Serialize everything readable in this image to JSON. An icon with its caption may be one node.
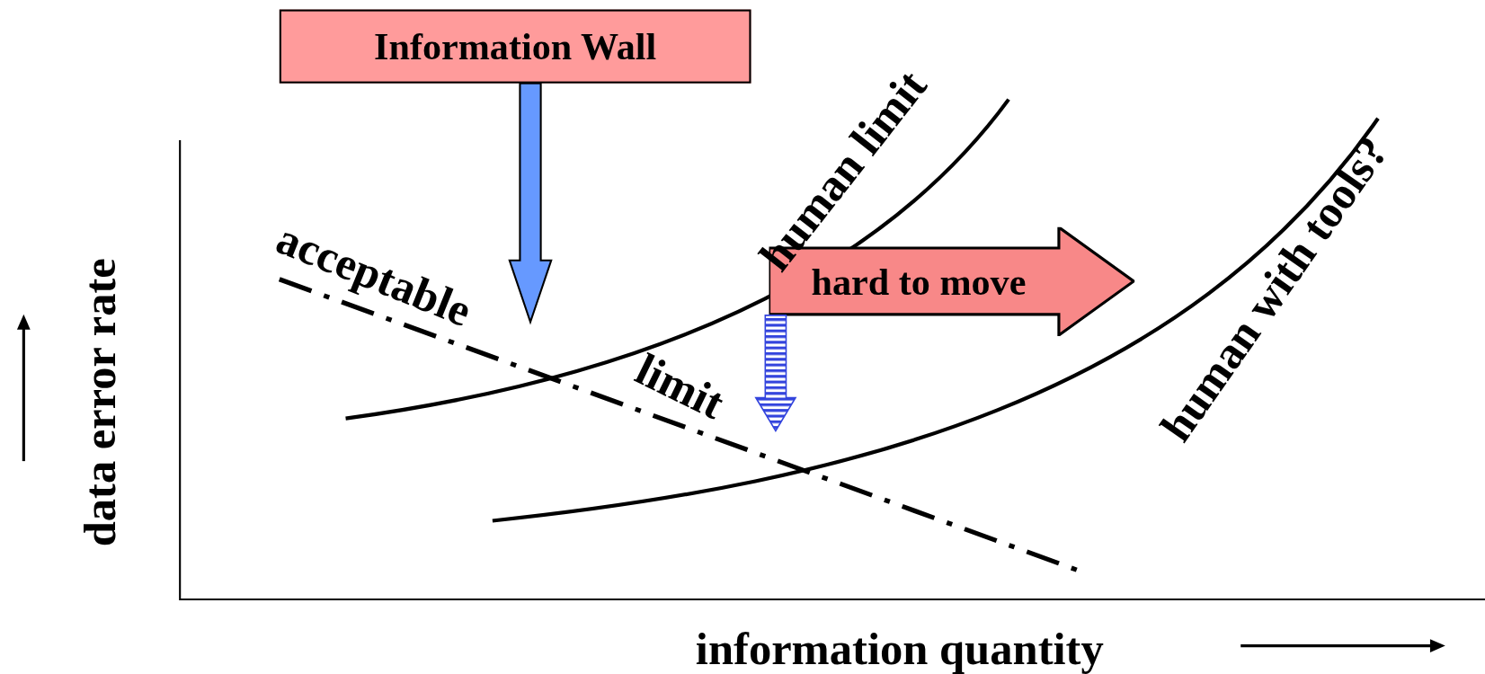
{
  "diagram": {
    "nodes": [
      {
        "text": [
          "Information Wall"
        ]
      },
      {
        "text": [
          "hard to move"
        ]
      }
    ],
    "edges": [
      {
        "from": 0,
        "to": null,
        "arrow": "to"
      },
      {
        "from": 1,
        "to": null,
        "arrow": "to",
        "style": "dashed"
      }
    ],
    "labels": [
      "human limit",
      "human with tools?",
      "acceptable",
      "limit",
      "data error rate",
      "information quantity"
    ]
  }
}
